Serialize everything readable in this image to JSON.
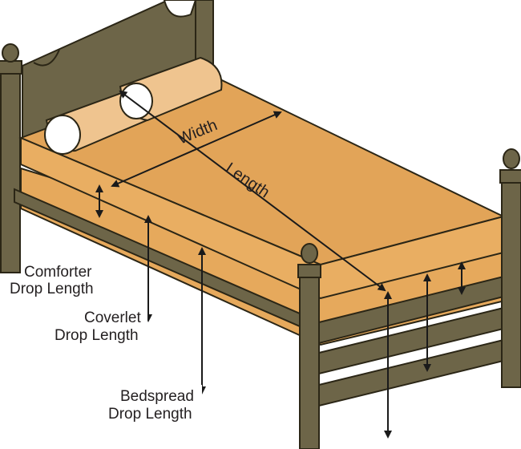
{
  "dimensions": {
    "width": "Width",
    "length": "Length"
  },
  "callouts": {
    "comforter": [
      "Comforter",
      "Drop Length"
    ],
    "coverlet": [
      "Coverlet",
      "Drop Length"
    ],
    "bedspread": [
      "Bedspread",
      "Drop Length"
    ]
  },
  "colors": {
    "frame": "#6d6548",
    "frame_outline": "#2b2616",
    "comforter": "#e2a458",
    "coverlet": "#e9ae62",
    "bedspread": "#e6a95c",
    "pillow": "#efc48f",
    "pillow_case": "#ffffff",
    "arrow": "#1a1a1a"
  }
}
